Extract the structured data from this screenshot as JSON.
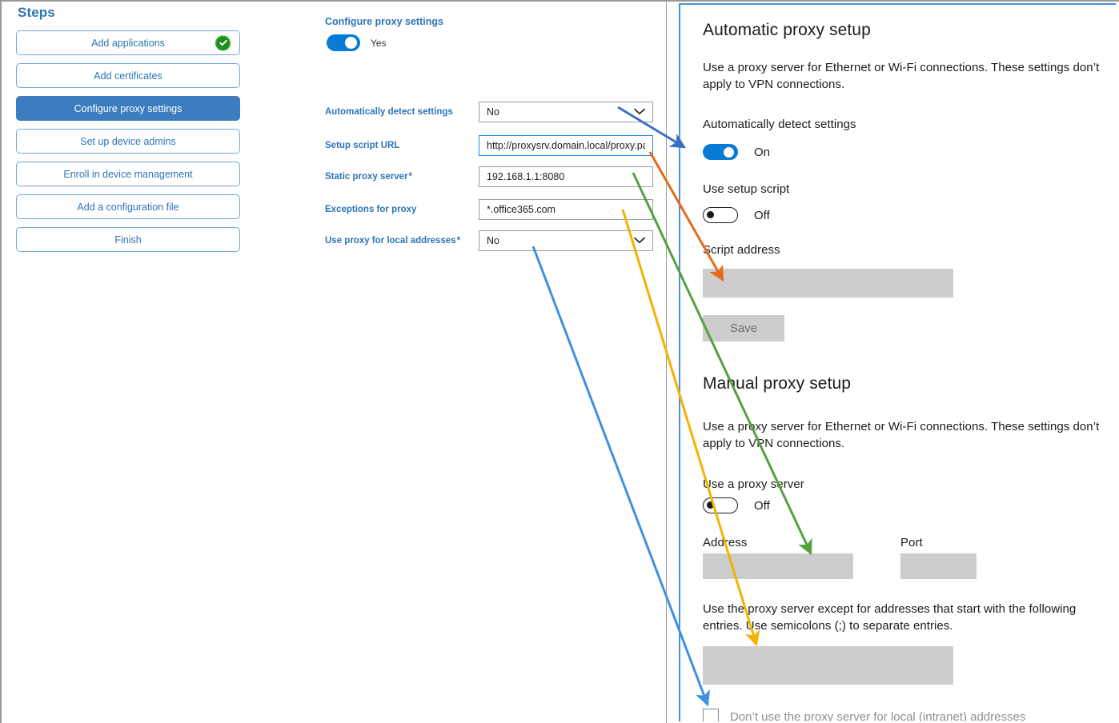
{
  "steps": {
    "title": "Steps",
    "items": [
      {
        "label": "Add applications",
        "state": "complete",
        "selected": false,
        "icon": "check-circle-icon"
      },
      {
        "label": "Add certificates",
        "state": "pending",
        "selected": false
      },
      {
        "label": "Configure proxy settings",
        "state": "active",
        "selected": true
      },
      {
        "label": "Set up device admins",
        "state": "pending",
        "selected": false
      },
      {
        "label": "Enroll in device management",
        "state": "pending",
        "selected": false
      },
      {
        "label": "Add a configuration file",
        "state": "pending",
        "selected": false
      },
      {
        "label": "Finish",
        "state": "pending",
        "selected": false
      }
    ]
  },
  "form": {
    "heading": "Configure proxy settings",
    "master_toggle": {
      "state": "on",
      "value_label": "Yes"
    },
    "fields": [
      {
        "label": "Automatically detect settings",
        "required": false,
        "type": "select",
        "value": "No",
        "focused": false,
        "icon": "chevron-down-icon"
      },
      {
        "label": "Setup script URL",
        "required": false,
        "type": "text",
        "value": "http://proxysrv.domain.local/proxy.pa",
        "focused": true
      },
      {
        "label": "Static proxy server",
        "required": true,
        "type": "text",
        "value": "192.168.1.1:8080",
        "focused": false
      },
      {
        "label": "Exceptions for proxy",
        "required": false,
        "type": "text",
        "value": "*.office365.com",
        "focused": false
      },
      {
        "label": "Use proxy for local addresses",
        "required": true,
        "type": "select",
        "value": "No",
        "focused": false,
        "icon": "chevron-down-icon"
      }
    ]
  },
  "windows_settings": {
    "automatic": {
      "heading": "Automatic proxy setup",
      "description": "Use a proxy server for Ethernet or Wi-Fi connections. These settings don’t apply to VPN connections.",
      "auto_detect": {
        "label": "Automatically detect settings",
        "state": "on",
        "value_label": "On"
      },
      "use_setup_script": {
        "label": "Use setup script",
        "state": "off",
        "value_label": "Off"
      },
      "script_address": {
        "label": "Script address",
        "value": ""
      },
      "save_label": "Save"
    },
    "manual": {
      "heading": "Manual proxy setup",
      "description": "Use a proxy server for Ethernet or Wi-Fi connections. These settings don’t apply to VPN connections.",
      "use_proxy_server": {
        "label": "Use a proxy server",
        "state": "off",
        "value_label": "Off"
      },
      "address": {
        "label": "Address",
        "value": ""
      },
      "port": {
        "label": "Port",
        "value": ""
      },
      "exceptions_help": "Use the proxy server except for addresses that start with the following entries. Use semicolons (;) to separate entries.",
      "exceptions": {
        "value": ""
      },
      "bypass_local": {
        "label": "Don’t use the proxy server for local (intranet) addresses",
        "checked": false
      }
    }
  },
  "annotations": {
    "mappings": [
      {
        "color": "#3B6FC4",
        "from": "Automatically detect settings",
        "to": "Automatically detect settings toggle"
      },
      {
        "color": "#E8681C",
        "from": "Setup script URL",
        "to": "Script address"
      },
      {
        "color": "#54A140",
        "from": "Static proxy server",
        "to": "Address"
      },
      {
        "color": "#F2B301",
        "from": "Exceptions for proxy",
        "to": "Exceptions box"
      },
      {
        "color": "#3E91DE",
        "from": "Use proxy for local addresses",
        "to": "Don’t use the proxy server for local (intranet) addresses"
      }
    ]
  },
  "colors": {
    "accent_blue": "#2E74B5",
    "selected_step": "#3B7DBF",
    "toggle_on": "#0A7BD4",
    "check_green": "#1E8C1E",
    "gray_field": "#cdcdcd",
    "pane_border": "#4E8FD6"
  }
}
